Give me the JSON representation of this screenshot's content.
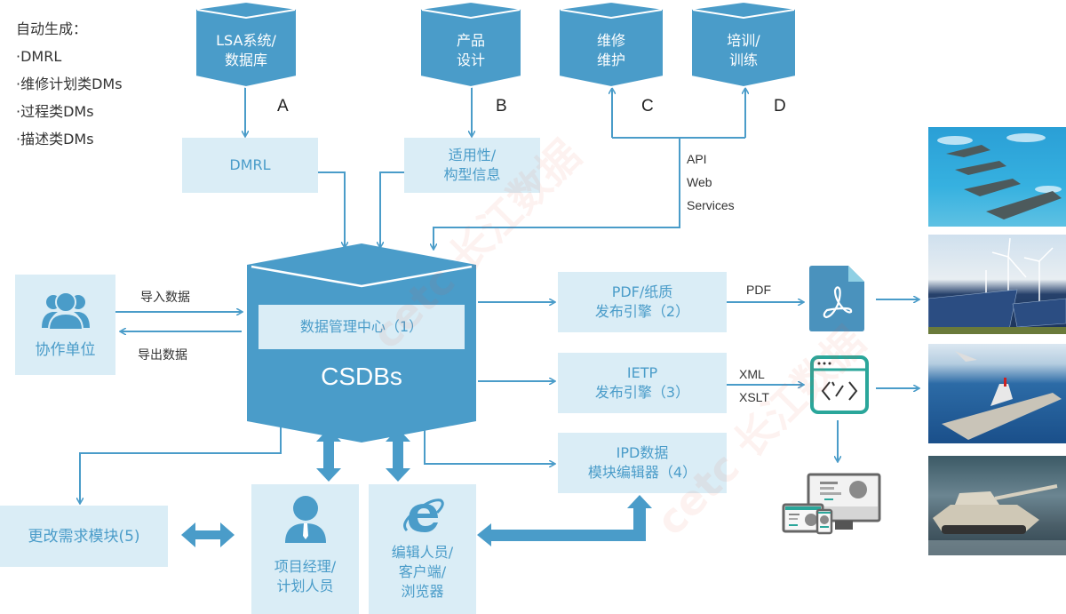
{
  "legend": {
    "title": "自动生成：",
    "items": [
      "·DMRL",
      "·维修计划类DMs",
      "·过程类DMs",
      "·描述类DMs"
    ]
  },
  "sources": [
    {
      "label_line1": "LSA系统/",
      "label_line2": "数据库",
      "letter": "A"
    },
    {
      "label_line1": "产品",
      "label_line2": "设计",
      "letter": "B"
    },
    {
      "label_line1": "维修",
      "label_line2": "维护",
      "letter": "C"
    },
    {
      "label_line1": "培训/",
      "label_line2": "训练",
      "letter": "D"
    }
  ],
  "intermediates": {
    "dmrl": "DMRL",
    "applicability_line1": "适用性/",
    "applicability_line2": "构型信息"
  },
  "api_labels": [
    "API",
    "Web",
    "Services"
  ],
  "csdb": {
    "data_center": "数据管理中心（1）",
    "title": "CSDBs"
  },
  "partner": {
    "label": "协作单位",
    "import_label": "导入数据",
    "export_label": "导出数据"
  },
  "engines": [
    {
      "line1": "PDF/纸质",
      "line2": "发布引擎（2）"
    },
    {
      "line1": "IETP",
      "line2": "发布引擎（3）"
    },
    {
      "line1": "IPD数据",
      "line2": "模块编辑器（4）"
    }
  ],
  "output_labels": {
    "pdf": "PDF",
    "xml": "XML",
    "xslt": "XSLT"
  },
  "change_module": "更改需求模块(5)",
  "pm": {
    "line1": "项目经理/",
    "line2": "计划人员"
  },
  "editor": {
    "line1": "编辑人员/",
    "line2": "客户端/",
    "line3": "浏览器"
  },
  "photos": [
    "fighter-jets",
    "wind-solar-farm",
    "aircraft-carrier",
    "tank"
  ],
  "watermark": "cetc 长江数据",
  "colors": {
    "primary": "#4a9cc9",
    "light": "#daedf6",
    "teal": "#2aa69a",
    "text": "#333333"
  }
}
